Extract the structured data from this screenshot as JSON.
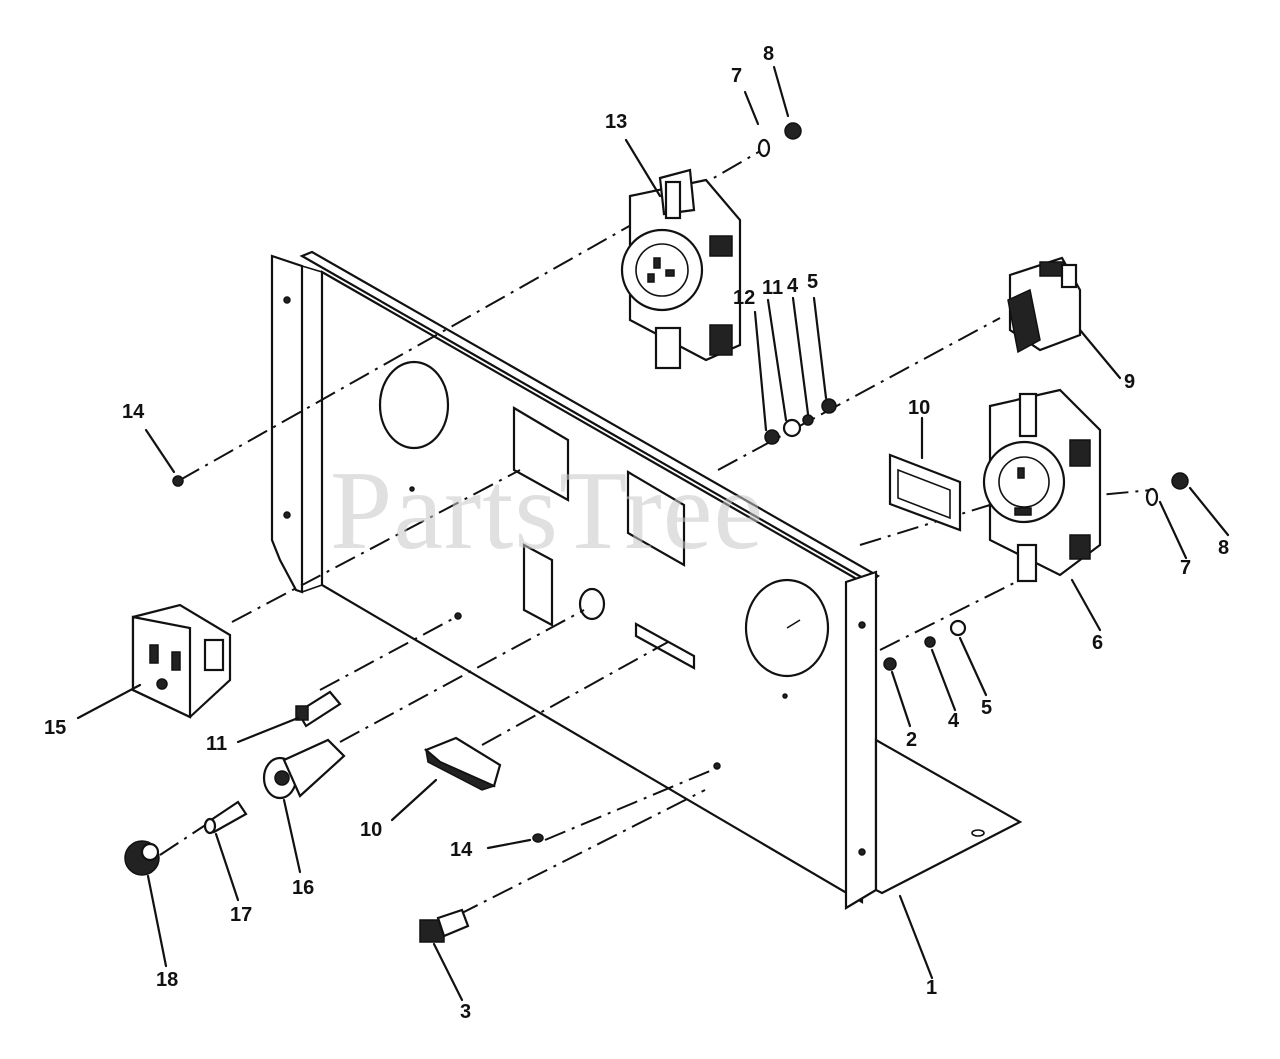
{
  "diagram": {
    "watermark": "PartsTree",
    "callouts": [
      {
        "id": "c-8-top",
        "text": "8"
      },
      {
        "id": "c-7-top",
        "text": "7"
      },
      {
        "id": "c-13",
        "text": "13"
      },
      {
        "id": "c-14-left",
        "text": "14"
      },
      {
        "id": "c-12",
        "text": "12"
      },
      {
        "id": "c-11-mid",
        "text": "11"
      },
      {
        "id": "c-4-mid",
        "text": "4"
      },
      {
        "id": "c-5-mid",
        "text": "5"
      },
      {
        "id": "c-9",
        "text": "9"
      },
      {
        "id": "c-10-right",
        "text": "10"
      },
      {
        "id": "c-8-right",
        "text": "8"
      },
      {
        "id": "c-7-right",
        "text": "7"
      },
      {
        "id": "c-6",
        "text": "6"
      },
      {
        "id": "c-2",
        "text": "2"
      },
      {
        "id": "c-4-bottom",
        "text": "4"
      },
      {
        "id": "c-5-bottom",
        "text": "5"
      },
      {
        "id": "c-15",
        "text": "15"
      },
      {
        "id": "c-11-low",
        "text": "11"
      },
      {
        "id": "c-10-low",
        "text": "10"
      },
      {
        "id": "c-14-low",
        "text": "14"
      },
      {
        "id": "c-16",
        "text": "16"
      },
      {
        "id": "c-17",
        "text": "17"
      },
      {
        "id": "c-18",
        "text": "18"
      },
      {
        "id": "c-3",
        "text": "3"
      },
      {
        "id": "c-1",
        "text": "1"
      }
    ]
  }
}
